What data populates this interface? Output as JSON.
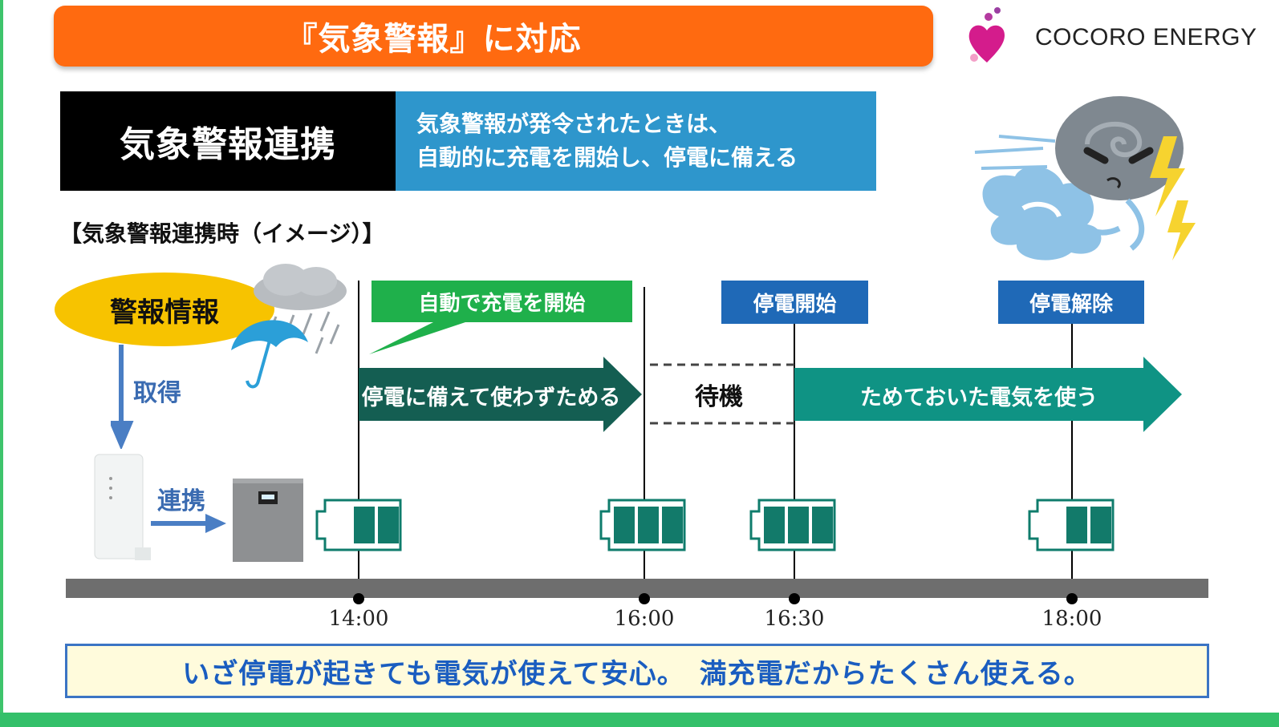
{
  "header": {
    "title": "『気象警報』に対応",
    "logo_text": "COCORO ENERGY"
  },
  "feature": {
    "name": "気象警報連携",
    "description_line1": "気象警報が発令されたときは、",
    "description_line2": "自動的に充電を開始し、停電に備える"
  },
  "section_label": "【気象警報連携時（イメージ）】",
  "diagram": {
    "alert_label": "警報情報",
    "fetch_label": "取得",
    "link_label": "連携",
    "callout_auto_charge": "自動で充電を開始",
    "event_outage_start": "停電開始",
    "event_outage_end": "停電解除",
    "phase_store": "停電に備えて使わずためる",
    "phase_wait": "待機",
    "phase_use": "ためておいた電気を使う",
    "times": [
      "14:00",
      "16:00",
      "16:30",
      "18:00"
    ],
    "battery_levels": [
      2,
      3,
      3,
      2
    ]
  },
  "footer": {
    "message": "いざ停電が起きても電気が使えて安心。　満充電だからたくさん使える。"
  },
  "colors": {
    "title_orange": "#ff6a10",
    "feature_blue": "#2e96cc",
    "alert_yellow": "#f7c300",
    "callout_green": "#1fb04b",
    "event_blue": "#1f69b7",
    "arrow_dark_teal": "#145e52",
    "arrow_teal": "#0f9384",
    "battery_fill": "#127a6a",
    "footer_text": "#1a5dc0"
  }
}
